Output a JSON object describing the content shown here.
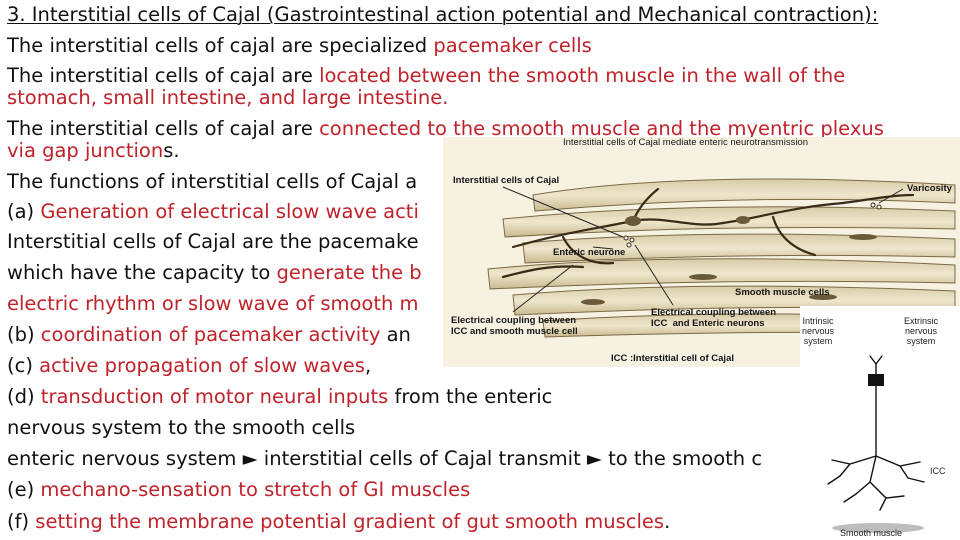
{
  "lines": [
    {
      "segments": [
        {
          "text": "3. Interstitial cells of Cajal (Gastrointestinal action potential and Mechanical contraction):",
          "color": "black"
        }
      ]
    },
    {
      "segments": [
        {
          "text": "The interstitial cells of cajal are specialized ",
          "color": "black"
        },
        {
          "text": "pacemaker cells",
          "color": "red"
        }
      ]
    },
    {
      "segments": [
        {
          "text": " The interstitial cells of cajal are ",
          "color": "black"
        },
        {
          "text": "located between the smooth muscle in the wall of the",
          "color": "red"
        }
      ]
    },
    {
      "segments": [
        {
          "text": "stomach, small intestine, and large intestine.",
          "color": "red"
        }
      ]
    },
    {
      "segments": [
        {
          "text": "The interstitial cells of cajal are ",
          "color": "black"
        },
        {
          "text": "connected to the smooth muscle and the myentric plexus",
          "color": "red"
        }
      ]
    },
    {
      "segments": [
        {
          "text": "via gap junction",
          "color": "red"
        },
        {
          "text": "s.",
          "color": "black"
        }
      ]
    },
    {
      "segments": [
        {
          "text": "The functions of interstitial cells of Cajal a",
          "color": "black"
        }
      ]
    },
    {
      "segments": [
        {
          "text": "(a) ",
          "color": "black"
        },
        {
          "text": "Generation of electrical slow wave acti",
          "color": "red"
        }
      ]
    },
    {
      "segments": [
        {
          "text": "Interstitial cells of Cajal are the pacemake",
          "color": "black"
        }
      ]
    },
    {
      "segments": [
        {
          "text": " which have the capacity to ",
          "color": "black"
        },
        {
          "text": "generate the b",
          "color": "red"
        }
      ]
    },
    {
      "segments": [
        {
          "text": "electric rhythm or slow wave of smooth m",
          "color": "red"
        }
      ]
    },
    {
      "segments": [
        {
          "text": "(b) ",
          "color": "black"
        },
        {
          "text": "coordination of pacemaker activity",
          "color": "red"
        },
        {
          "text": " an",
          "color": "black"
        }
      ]
    },
    {
      "segments": [
        {
          "text": "(c) ",
          "color": "black"
        },
        {
          "text": "active propagation of slow waves",
          "color": "red"
        },
        {
          "text": ",",
          "color": "black"
        }
      ]
    },
    {
      "segments": [
        {
          "text": "(d) ",
          "color": "black"
        },
        {
          "text": "transduction of motor neural inputs",
          "color": "red"
        },
        {
          "text": " from the enteric",
          "color": "black"
        }
      ]
    },
    {
      "segments": [
        {
          "text": "nervous system to the smooth cells",
          "color": "black"
        }
      ]
    },
    {
      "segments": [
        {
          "text": "enteric nervous system ► interstitial cells of Cajal transmit ► to the smooth c",
          "color": "black"
        }
      ]
    },
    {
      "segments": [
        {
          "text": "(e) ",
          "color": "black"
        },
        {
          "text": "mechano-sensation to stretch of GI muscles",
          "color": "red"
        }
      ]
    },
    {
      "segments": [
        {
          "text": "(f) ",
          "color": "black"
        },
        {
          "text": "setting the membrane potential gradient of gut smooth muscles",
          "color": "red"
        },
        {
          "text": ".",
          "color": "black"
        }
      ]
    }
  ],
  "colors": {
    "black": "#111111",
    "red": "#c0222a"
  },
  "diagram": {
    "header": "Interstitial cells of Cajal mediate enteric neurotransmission",
    "icc_label": "Interstitial cells of Cajal",
    "varicosity": "Varicosity",
    "enteric_neurone": "Enteric neurone",
    "smooth_muscle_cells": "Smooth muscle cells",
    "coupling_icc_smc": "Electrical coupling between\nICC and smooth muscle cell",
    "coupling_icc_en": "Electrical coupling between\nICC  and Enteric neurons",
    "footer": "ICC :Interstitial cell of Cajal"
  },
  "neuron_diagram": {
    "intrinsic": "Intrinsic\nnervous\nsystem",
    "extrinsic": "Extrinsic\nnervous\nsystem",
    "icc": "ICC",
    "smooth_muscle": "Smooth muscle"
  }
}
